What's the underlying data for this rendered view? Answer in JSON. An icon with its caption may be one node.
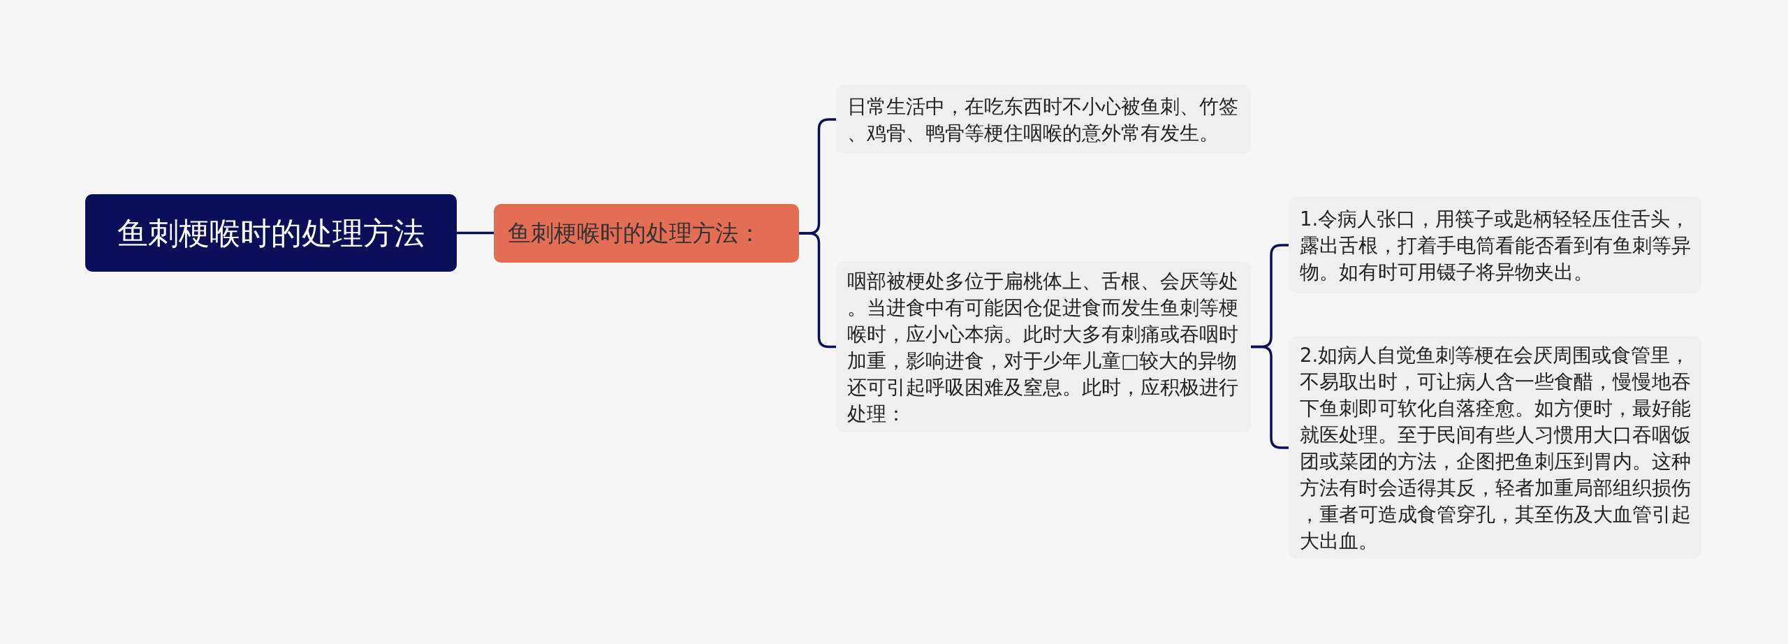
{
  "diagram": {
    "nodes": [
      {
        "text": [
          "鱼刺梗喉时的处理方法"
        ]
      },
      {
        "text": [
          "鱼刺梗喉时的处理方法："
        ]
      },
      {
        "text": [
          "日常生活中，在吃东西时不小心被鱼刺、竹签、鸡骨、鸭骨等梗住咽喉的意外常有发生。"
        ]
      },
      {
        "text": [
          "咽部被梗处多位于扁桃体上、舌根、会厌等处。当进食中有可能因仓促进食而发生鱼刺等梗喉时，应小心本病。此时大多有刺痛或吞咽时加重，影响进食，对于少年儿童□较大的异物还可引起呼吸困难及窒息。此时，应积极进行处理："
        ]
      },
      {
        "text": [
          "1.令病人张口，用筷子或匙柄轻轻压住舌头，露出舌根，打着手电筒看能否看到有鱼刺等异物。如有时可用镊子将异物夹出。"
        ]
      },
      {
        "text": [
          "2.如病人自觉鱼刺等梗在会厌周围或食管里，不易取出时，可让病人含一些食醋，慢慢地吞下鱼刺即可软化自落痊愈。如方便时，最好能就医处理。至于民间有些人习惯用大口吞咽饭团或菜团的方法，企图把鱼刺压到胃内。这种方法有时会适得其反，轻者加重局部组织损伤，重者可造成食管穿孔，其至伤及大血管引起大出血。"
        ]
      }
    ],
    "edges": [
      {
        "from": 0,
        "to": 1,
        "arrow": "none"
      },
      {
        "from": 1,
        "to": 2,
        "arrow": "none"
      },
      {
        "from": 1,
        "to": 3,
        "arrow": "none"
      },
      {
        "from": 3,
        "to": 4,
        "arrow": "none"
      },
      {
        "from": 3,
        "to": 5,
        "arrow": "none"
      }
    ]
  }
}
